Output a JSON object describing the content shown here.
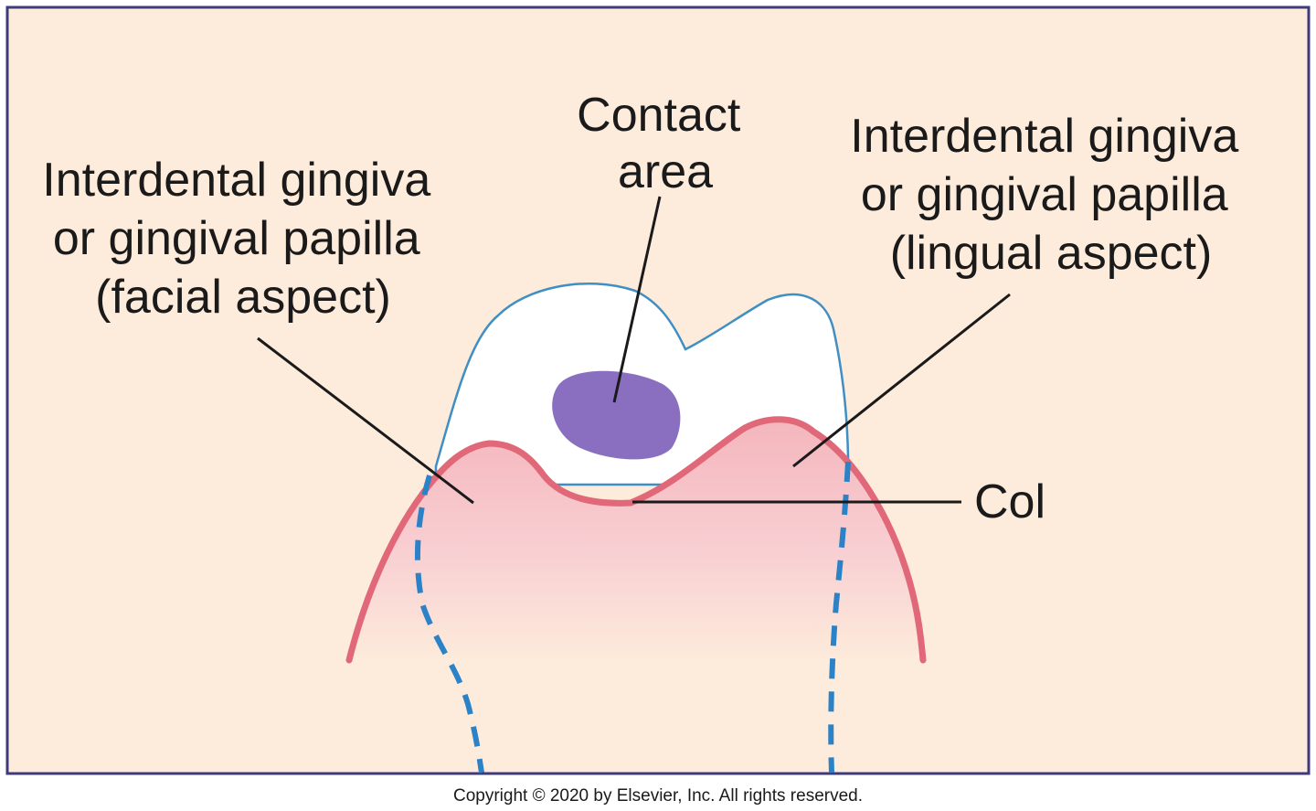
{
  "labels": {
    "contact_area": [
      "Contact",
      "area"
    ],
    "facial": [
      "Interdental gingiva",
      "or gingival papilla",
      "(facial aspect)"
    ],
    "lingual": [
      "Interdental gingiva",
      "or gingival papilla",
      "(lingual aspect)"
    ],
    "col": "Col"
  },
  "copyright": "Copyright © 2020 by Elsevier, Inc. All rights reserved.",
  "colors": {
    "background": "#fdebdb",
    "frame": "#3f3b7a",
    "tooth_outline": "#3f8fc4",
    "tooth_fill": "#ffffff",
    "gingiva_line": "#e06878",
    "gingiva_fill": "#f6c3c8",
    "root_dashed": "#2b82c6",
    "contact_area": "#8a6fc0",
    "leader": "#1a1a1a"
  }
}
